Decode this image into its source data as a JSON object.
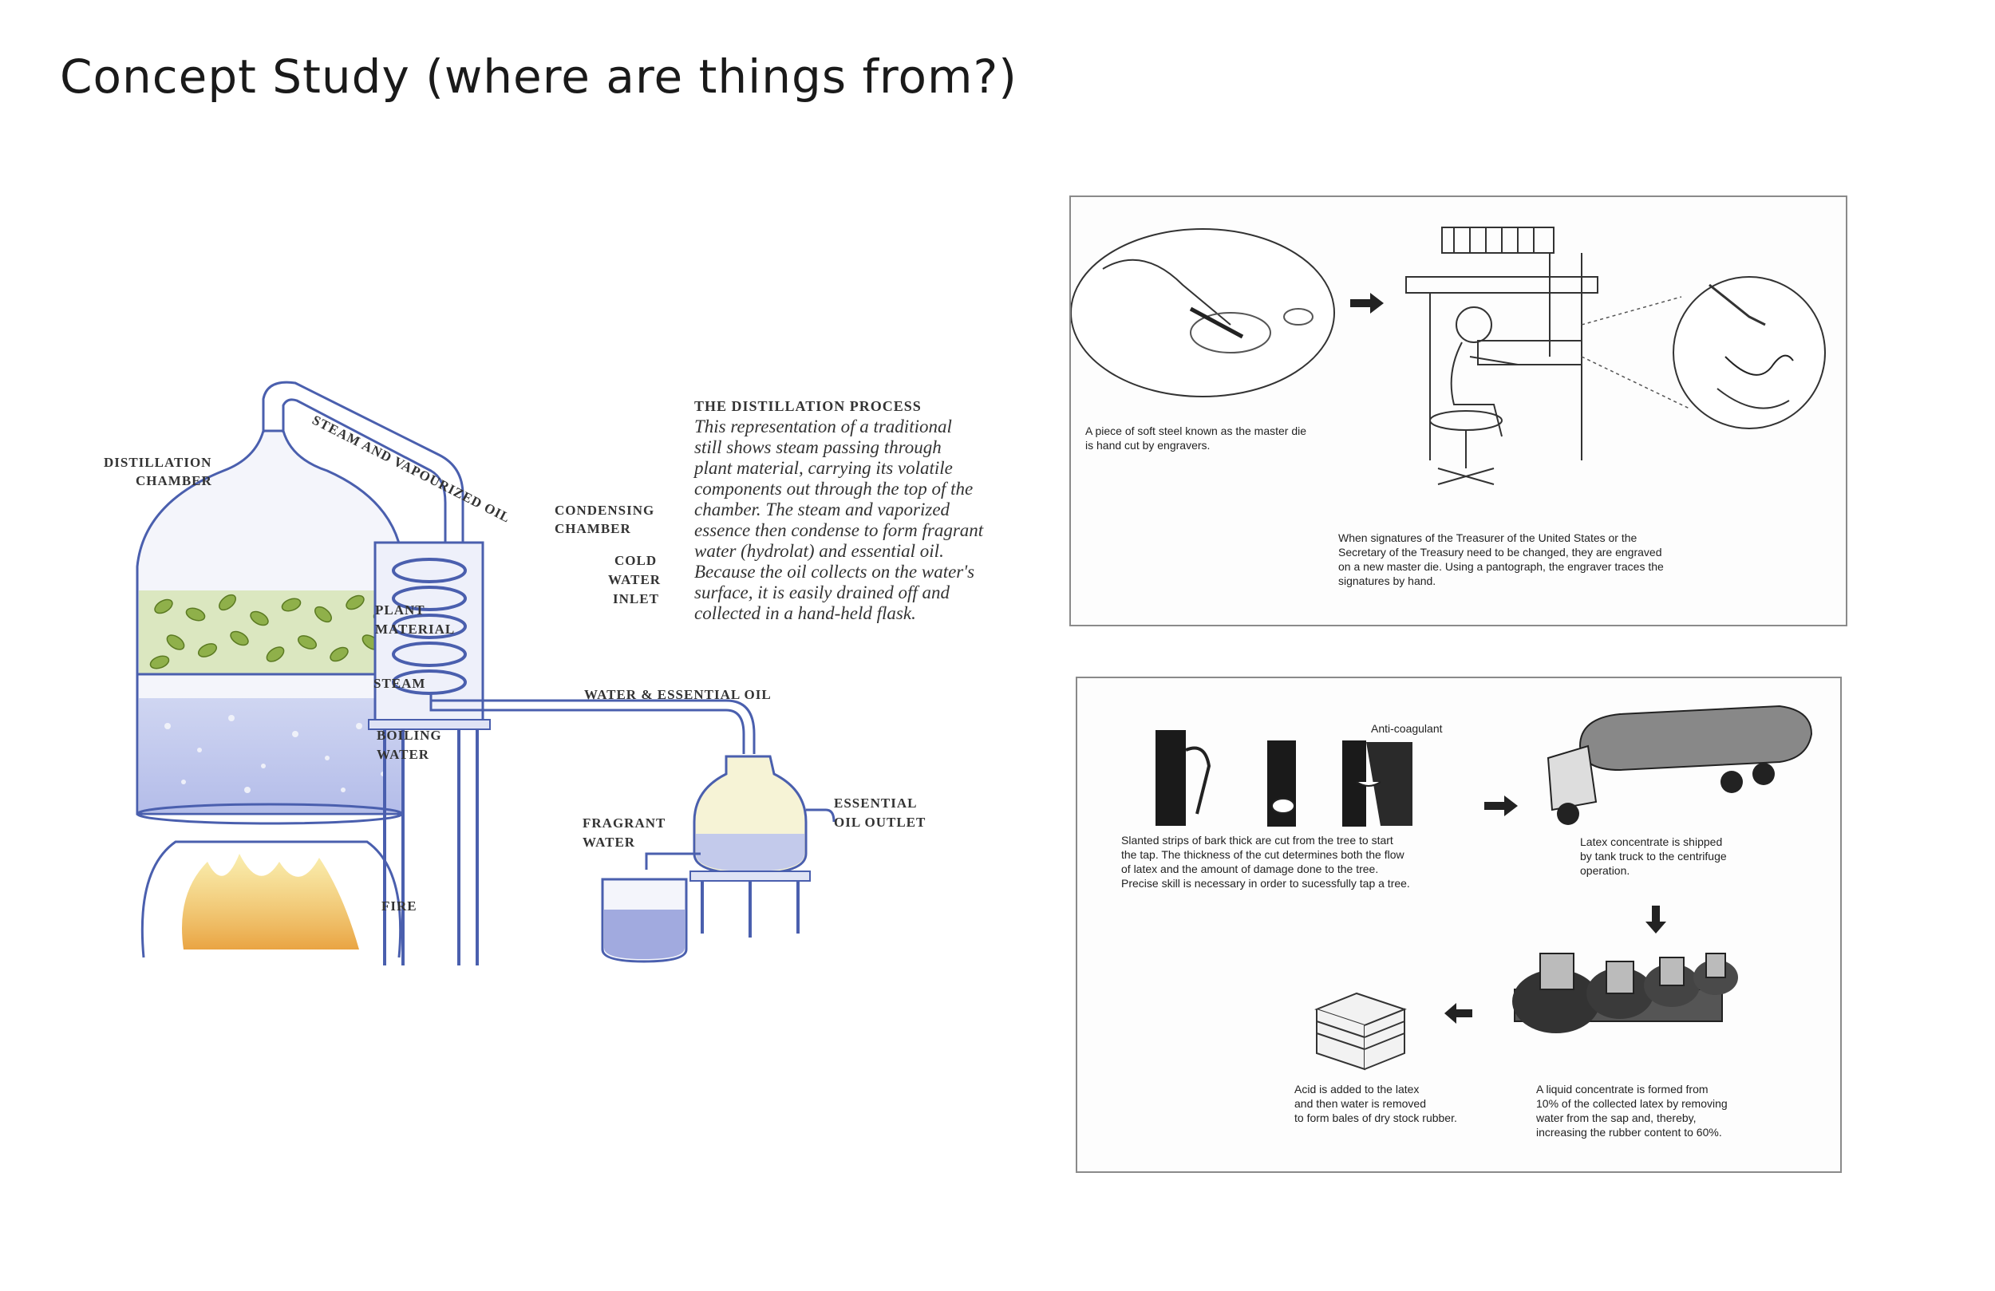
{
  "page": {
    "title": "Concept Study (where are things from?)"
  },
  "distillation": {
    "heading": "THE DISTILLATION PROCESS",
    "description_lines": [
      "This representation of a traditional",
      "still shows steam passing through",
      "plant material, carrying its volatile",
      "components out through the top of the",
      "chamber. The steam and vaporized",
      "essence then condense to form fragrant",
      "water (hydrolat) and essential oil.",
      "Because the oil collects on the water's",
      "surface, it is easily drained off and",
      "collected in a hand-held flask."
    ],
    "labels": {
      "distillation_1": "DISTILLATION",
      "distillation_2": "CHAMBER",
      "steam_vapour": "STEAM AND VAPOURIZED OIL",
      "condensing_1": "CONDENSING",
      "condensing_2": "CHAMBER",
      "cold_1": "COLD",
      "cold_2": "WATER",
      "cold_3": "INLET",
      "plant_1": "PLANT",
      "plant_2": "MATERIAL",
      "steam": "STEAM",
      "boiling_1": "BOILING",
      "boiling_2": "WATER",
      "water_oil": "WATER & ESSENTIAL OIL",
      "essential_1": "ESSENTIAL",
      "essential_2": "OIL OUTLET",
      "fragrant_1": "FRAGRANT",
      "fragrant_2": "WATER",
      "fire": "FIRE"
    }
  },
  "engraving": {
    "caption_master_die": [
      "A piece of soft steel known as the master die",
      "is hand cut by engravers."
    ],
    "caption_signatures": [
      "When signatures of the Treasurer of the United States or the",
      "Secretary of the Treasury need to be changed, they are engraved",
      "on a new master die. Using a pantograph, the engraver traces the",
      "signatures by hand."
    ]
  },
  "rubber": {
    "anticoagulant": "Anti-coagulant",
    "caption_tapping": [
      "Slanted strips of bark thick are cut from the tree to start",
      "the tap. The thickness of the cut determines both the flow",
      "of latex and the amount of damage done to the tree.",
      "Precise skill is necessary in order to sucessfully tap a tree."
    ],
    "caption_truck": [
      "Latex concentrate is shipped",
      "by tank truck to the centrifuge",
      "operation."
    ],
    "caption_acid": [
      "Acid is added to the latex",
      "and then water is removed",
      "to form bales of dry stock rubber."
    ],
    "caption_liquid": [
      "A liquid concentrate is formed from",
      "10% of the collected latex by removing",
      "water from the sap and, thereby,",
      "increasing the rubber content to 60%."
    ]
  },
  "colors": {
    "ink_blue": "#4a5fae",
    "leaf_green": "#8fb04a",
    "fire_orange": "#e2a22a",
    "frame_grey": "#8a8a8a"
  }
}
